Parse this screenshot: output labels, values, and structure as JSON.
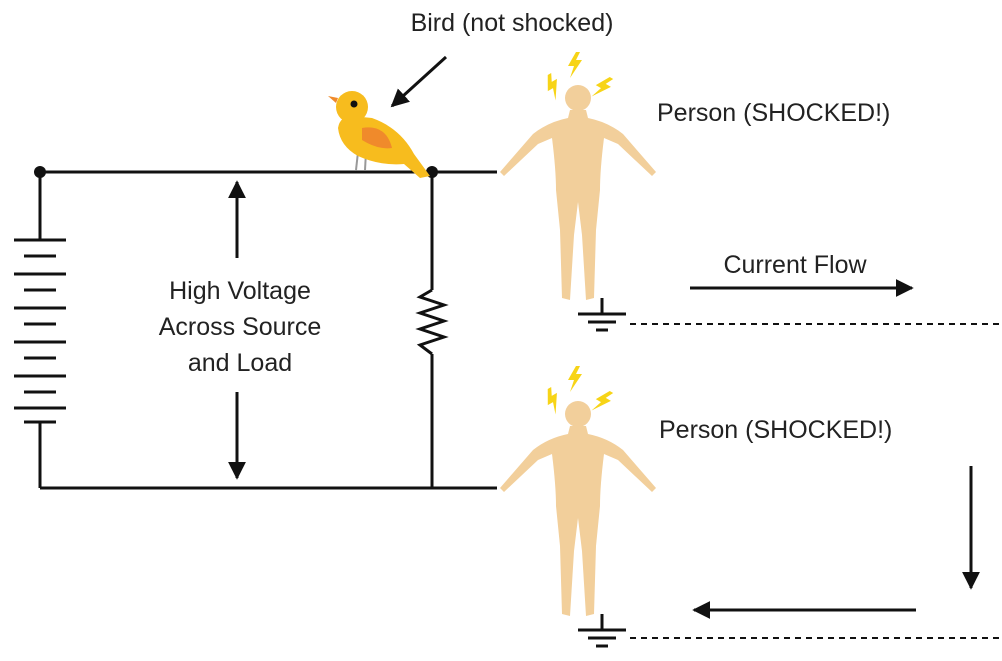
{
  "labels": {
    "bird": "Bird (not shocked)",
    "person_top": "Person (SHOCKED!)",
    "person_bottom": "Person (SHOCKED!)",
    "voltage_line1": "High Voltage",
    "voltage_line2": "Across Source",
    "voltage_line3": "and Load",
    "current_flow": "Current Flow"
  },
  "colors": {
    "wire": "#111111",
    "person_skin": "#f2cf9b",
    "bird_body": "#f7bc1e",
    "bird_wing": "#f08a2b",
    "lightning": "#f7d417",
    "background": "#ffffff"
  },
  "icons": {
    "battery": "battery-icon",
    "resistor": "resistor-icon",
    "ground": "ground-icon",
    "bird": "bird-icon",
    "person": "person-icon",
    "lightning": "lightning-icon"
  }
}
